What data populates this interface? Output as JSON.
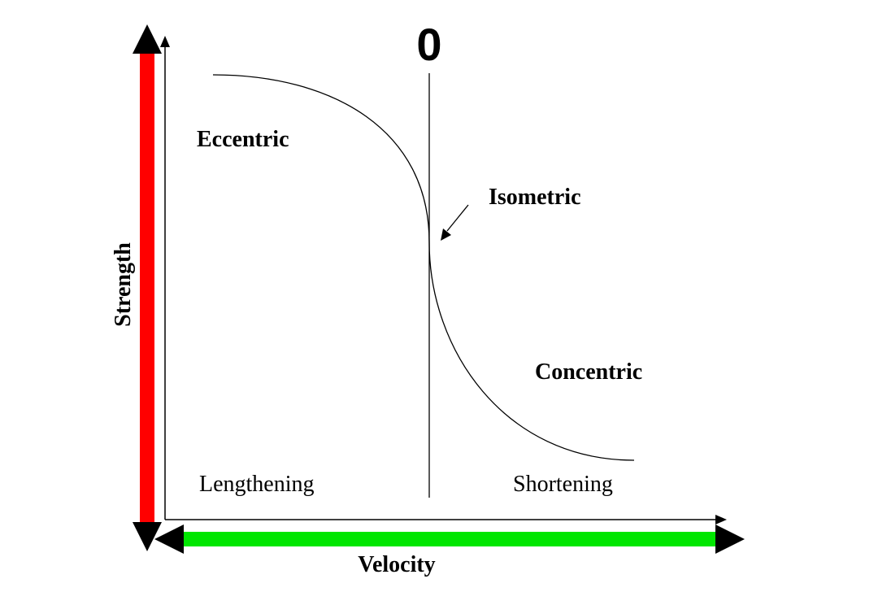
{
  "diagram": {
    "zero_label": "0",
    "labels": {
      "eccentric": "Eccentric",
      "isometric": "Isometric",
      "concentric": "Concentric",
      "lengthening": "Lengthening",
      "shortening": "Shortening"
    },
    "axes": {
      "y_label": "Strength",
      "x_label": "Velocity"
    },
    "colors": {
      "strength_arrow": "#ff0000",
      "velocity_arrow": "#00e600",
      "ink": "#000000"
    }
  }
}
